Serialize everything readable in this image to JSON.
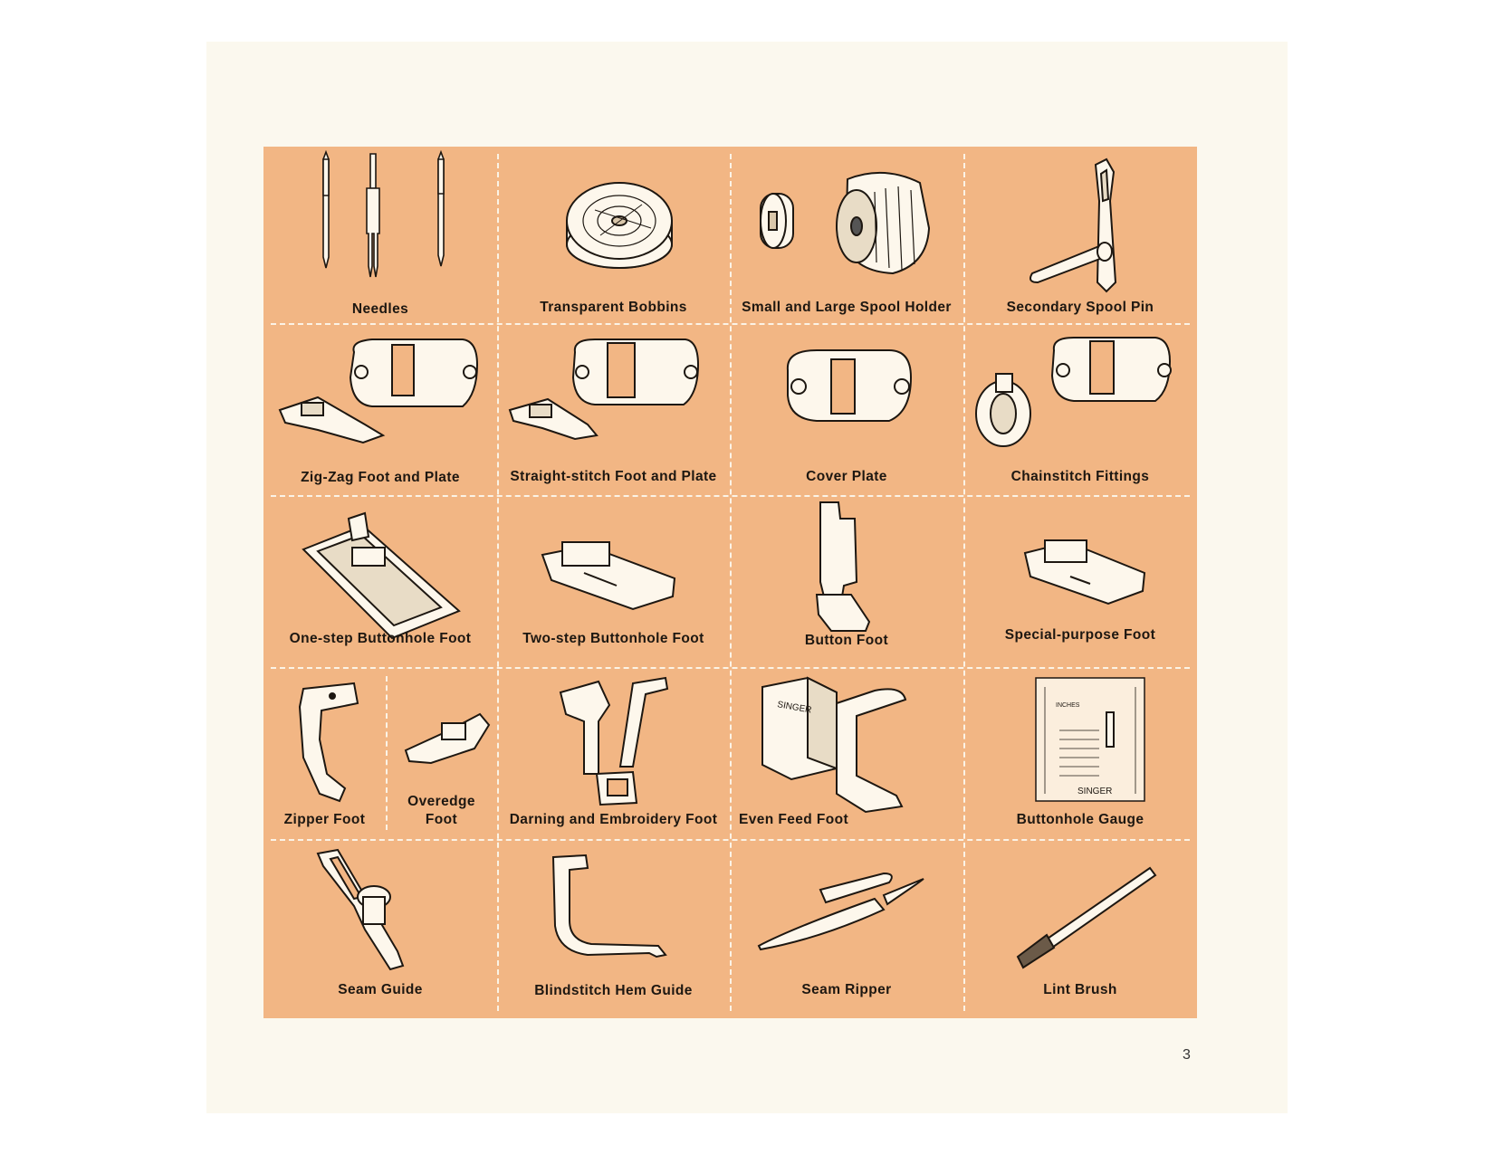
{
  "colors": {
    "panel": "#f2b684",
    "page": "#fbf8ee",
    "divider": "#fbf3e6",
    "ink": "#1d1711",
    "metal": "#fdf7ec"
  },
  "accessories": [
    {
      "id": "needles",
      "label": "Needles",
      "icon": "needles-icon"
    },
    {
      "id": "transparent-bobbins",
      "label": "Transparent Bobbins",
      "icon": "bobbin-icon"
    },
    {
      "id": "spool-holder",
      "label": "Small and Large Spool Holder",
      "icon": "spool-holder-icon"
    },
    {
      "id": "secondary-spool-pin",
      "label": "Secondary Spool Pin",
      "icon": "spool-pin-icon"
    },
    {
      "id": "zig-zag-foot-plate",
      "label": "Zig-Zag Foot and Plate",
      "icon": "zigzag-foot-plate-icon"
    },
    {
      "id": "straight-stitch-foot-plate",
      "label": "Straight-stitch Foot and Plate",
      "icon": "straight-stitch-foot-plate-icon"
    },
    {
      "id": "cover-plate",
      "label": "Cover Plate",
      "icon": "cover-plate-icon"
    },
    {
      "id": "chainstitch-fittings",
      "label": "Chainstitch Fittings",
      "icon": "chainstitch-fittings-icon"
    },
    {
      "id": "one-step-buttonhole-foot",
      "label": "One-step Buttonhole Foot",
      "icon": "one-step-buttonhole-foot-icon"
    },
    {
      "id": "two-step-buttonhole-foot",
      "label": "Two-step Buttonhole Foot",
      "icon": "two-step-buttonhole-foot-icon"
    },
    {
      "id": "button-foot",
      "label": "Button Foot",
      "icon": "button-foot-icon"
    },
    {
      "id": "special-purpose-foot",
      "label": "Special-purpose Foot",
      "icon": "special-purpose-foot-icon"
    },
    {
      "id": "zipper-foot",
      "label": "Zipper Foot",
      "icon": "zipper-foot-icon"
    },
    {
      "id": "overedge-foot",
      "label": "Overedge Foot",
      "label_lines": [
        "Overedge",
        "Foot"
      ],
      "icon": "overedge-foot-icon"
    },
    {
      "id": "darning-embroidery-foot",
      "label": "Darning and Embroidery Foot",
      "icon": "darning-foot-icon"
    },
    {
      "id": "even-feed-foot",
      "label": "Even Feed Foot",
      "icon": "even-feed-foot-icon"
    },
    {
      "id": "buttonhole-gauge",
      "label": "Buttonhole Gauge",
      "icon": "buttonhole-gauge-icon"
    },
    {
      "id": "seam-guide",
      "label": "Seam Guide",
      "icon": "seam-guide-icon"
    },
    {
      "id": "blindstitch-hem-guide",
      "label": "Blindstitch Hem Guide",
      "icon": "blindstitch-hem-guide-icon"
    },
    {
      "id": "seam-ripper",
      "label": "Seam Ripper",
      "icon": "seam-ripper-icon"
    },
    {
      "id": "lint-brush",
      "label": "Lint Brush",
      "icon": "lint-brush-icon"
    }
  ],
  "gauge": {
    "brand": "SINGER",
    "units_label": "INCHES"
  },
  "even_feed_brand": "SINGER",
  "page_number": "3"
}
